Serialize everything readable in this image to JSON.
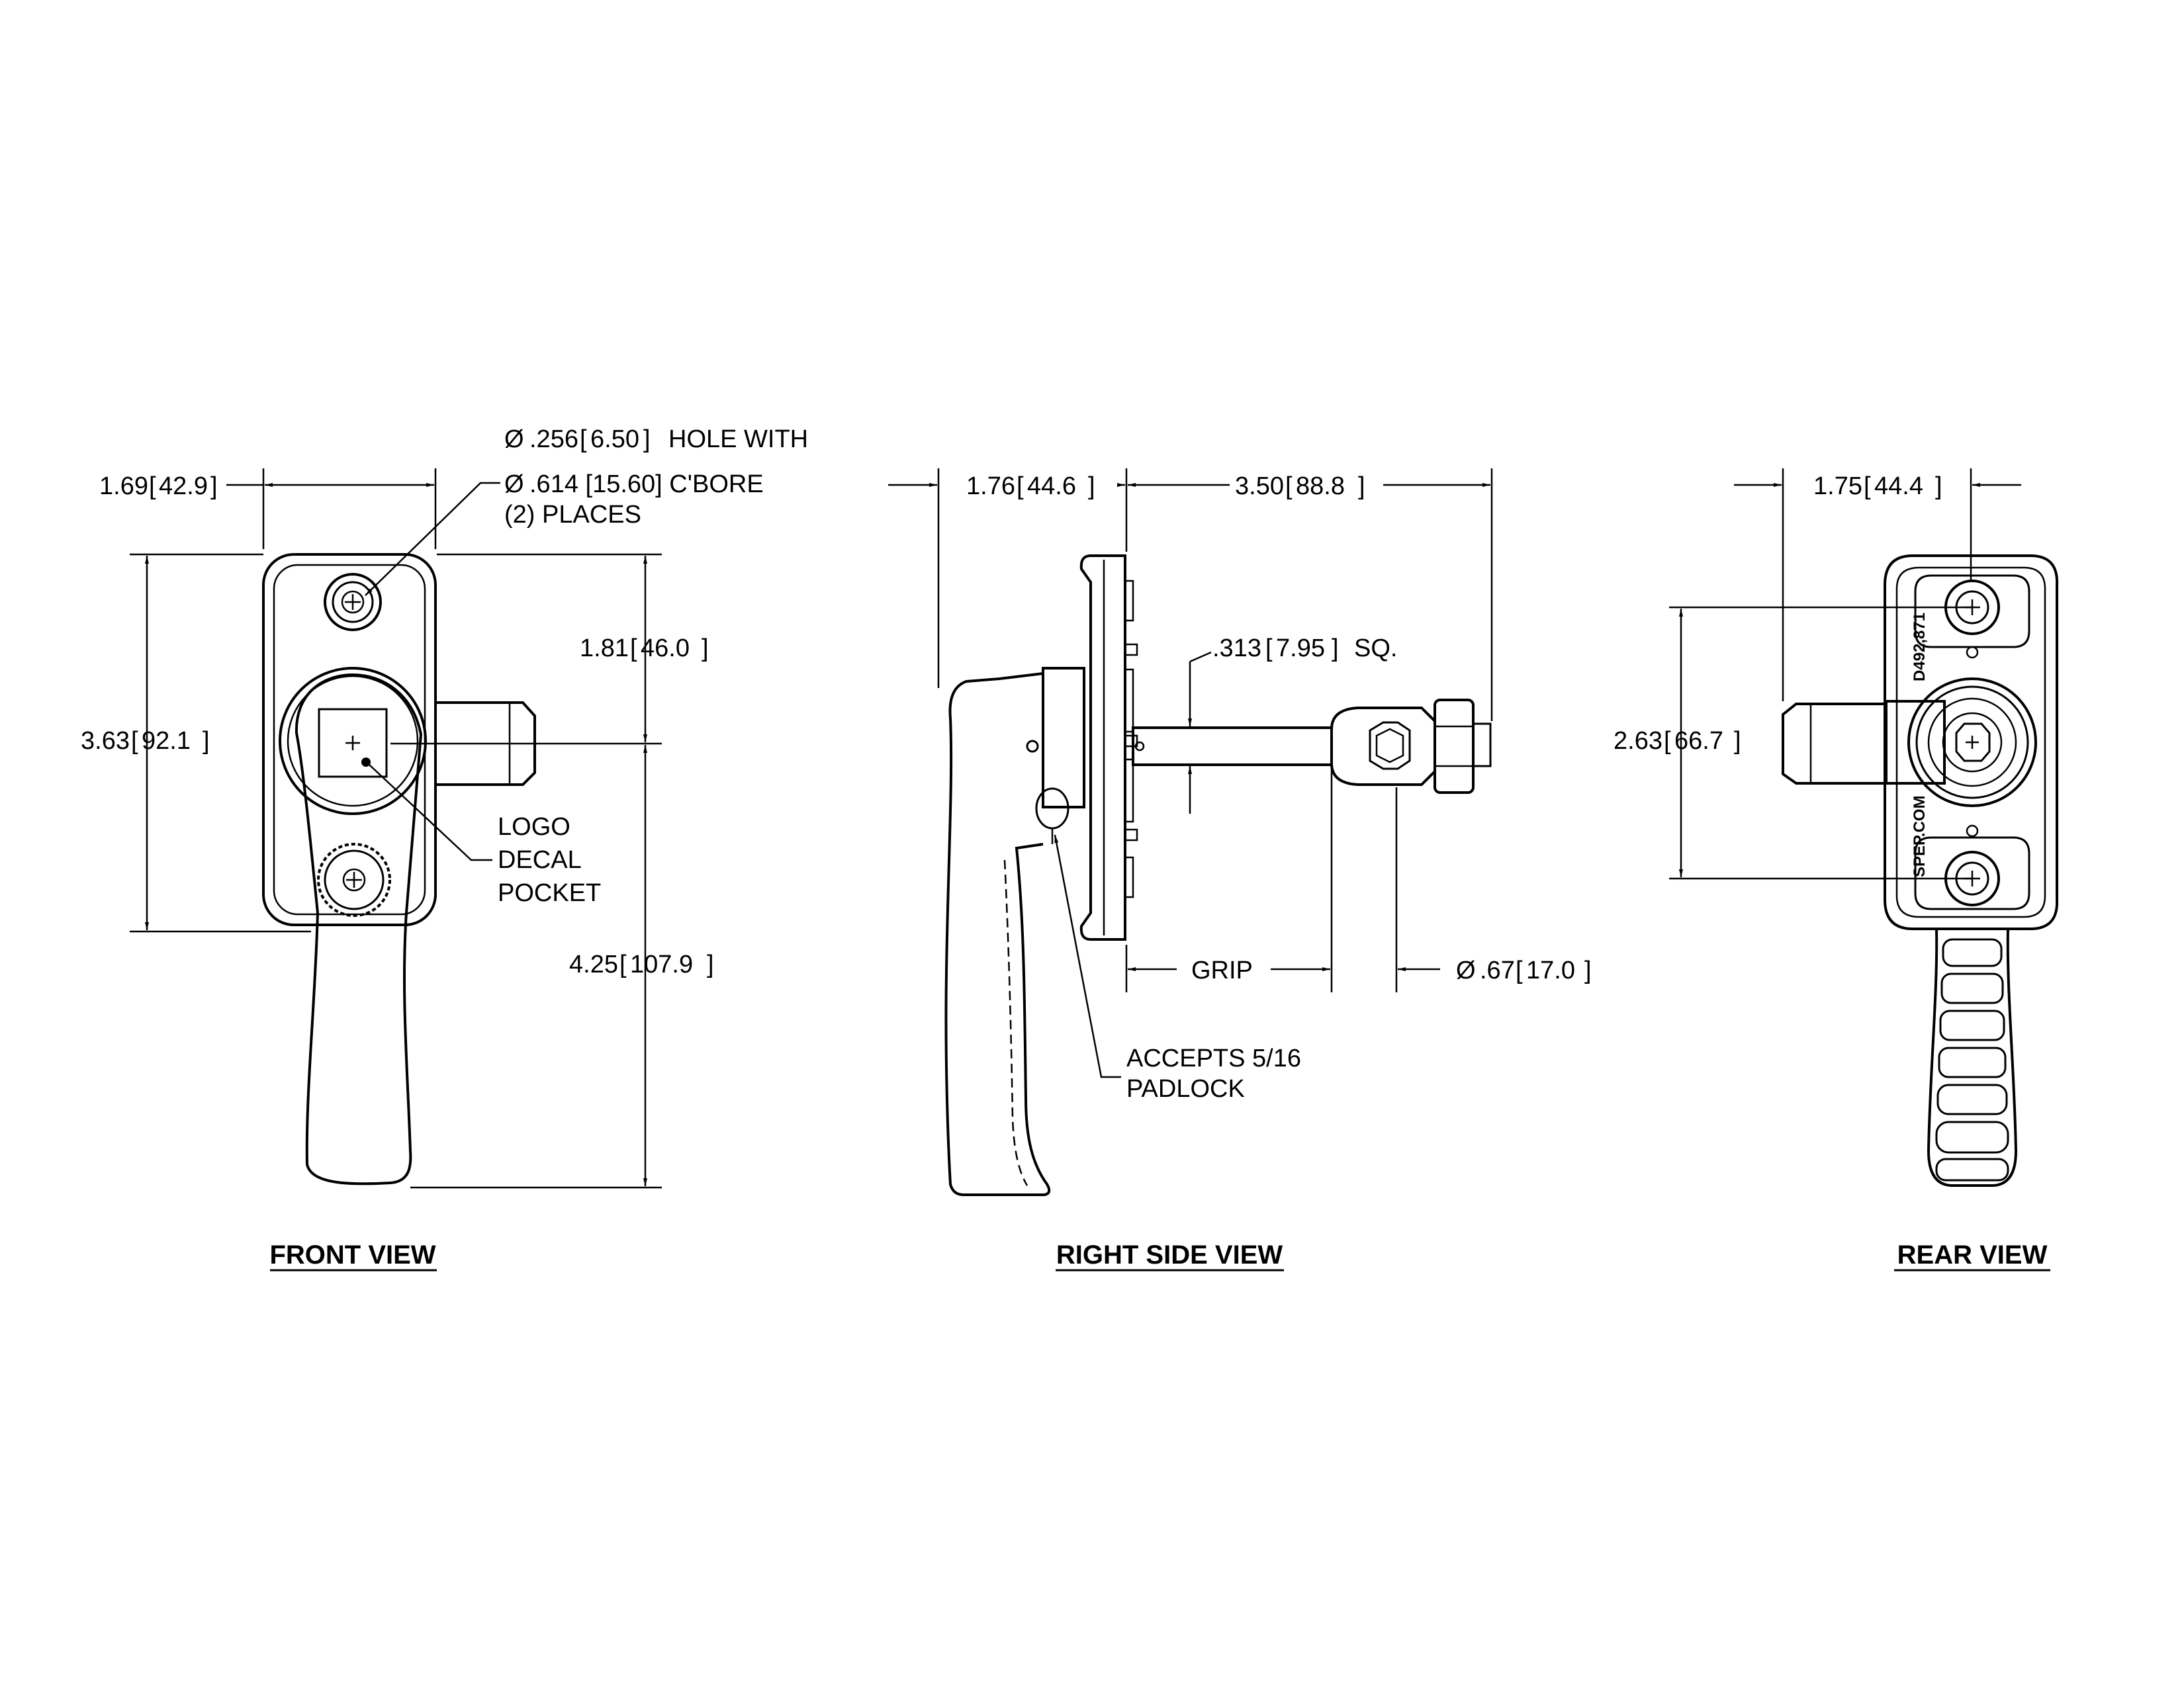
{
  "colors": {
    "line": "#000000",
    "paper": "#ffffff"
  },
  "views": {
    "front": {
      "title": "FRONT VIEW",
      "width_dim": {
        "inch": "1.69",
        "mm": "42.9"
      },
      "height_dim": {
        "inch": "3.63",
        "mm": "92.1"
      },
      "upper_dim": {
        "inch": "1.81",
        "mm": "46.0"
      },
      "lower_dim": {
        "inch": "4.25",
        "mm": "107.9"
      },
      "hole_note": {
        "dia_symbol": "Ø",
        "line1_value": ".256",
        "line1_mm": "6.50",
        "line1_suffix": "HOLE WITH",
        "line2": ".614 [15.60] C'BORE",
        "line3": "(2) PLACES"
      },
      "logo_note": [
        "LOGO",
        "DECAL",
        "POCKET"
      ]
    },
    "side": {
      "title": "RIGHT SIDE VIEW",
      "left_dim": {
        "inch": "1.76",
        "mm": "44.6"
      },
      "length_dim": {
        "inch": "3.50",
        "mm": "88.8"
      },
      "square_dim": {
        "inch": ".313",
        "mm": "7.95",
        "suffix": "SQ."
      },
      "grip_label": "GRIP",
      "cam_dim": {
        "dia_symbol": "Ø",
        "inch": ".67",
        "mm": "17.0"
      },
      "padlock_note": [
        "ACCEPTS 5/16",
        "PADLOCK"
      ]
    },
    "rear": {
      "title": "REAR VIEW",
      "width_dim": {
        "inch": "1.75",
        "mm": "44.4"
      },
      "height_dim": {
        "inch": "2.63",
        "mm": "66.7"
      },
      "part_marking": "D492,871",
      "web_marking": "SPEP.COM"
    }
  }
}
